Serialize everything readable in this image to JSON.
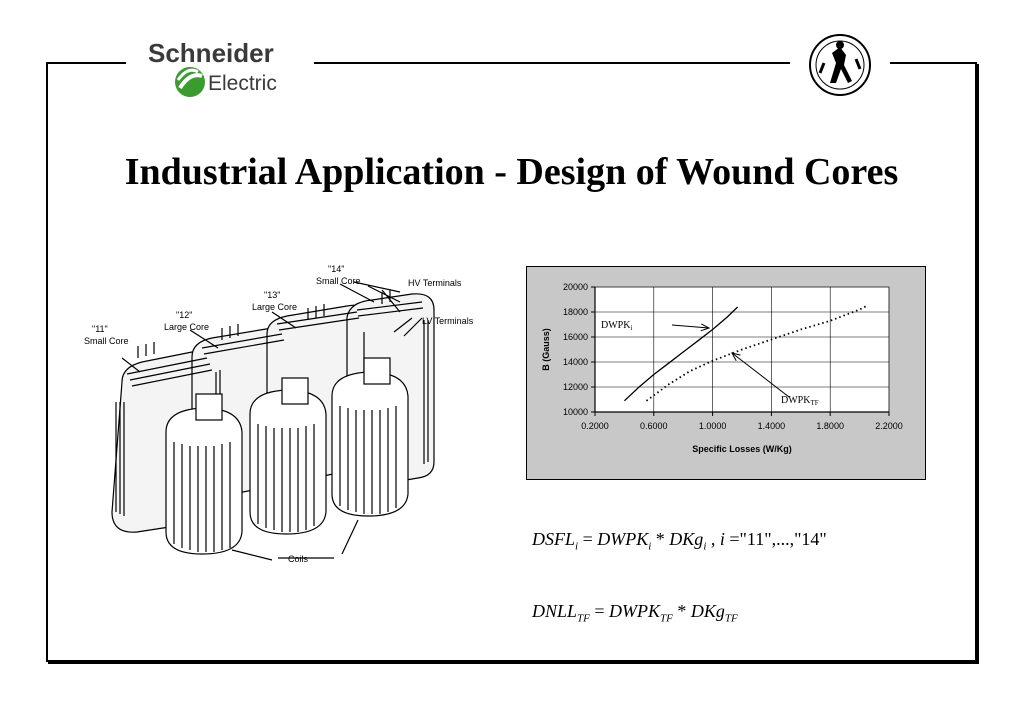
{
  "header": {
    "brand_line1": "Schneider",
    "brand_line2": "Electric",
    "brand_color": "#3a9b2f",
    "seal_icon": "university-seal-icon"
  },
  "title": "Industrial Application - Design of Wound Cores",
  "illustration": {
    "labels": {
      "c11_num": "\"11\"",
      "c11_name": "Small Core",
      "c12_num": "\"12\"",
      "c12_name": "Large Core",
      "c13_num": "\"13\"",
      "c13_name": "Large Core",
      "c14_num": "\"14\"",
      "c14_name": "Small Core",
      "hv": "HV Terminals",
      "lv": "LV Terminals",
      "coils": "Coils"
    }
  },
  "chart_data": {
    "type": "line",
    "xlabel": "Specific Losses (W/Kg)",
    "ylabel": "B (Gauss)",
    "xlim": [
      0.2,
      2.2
    ],
    "ylim": [
      10000,
      20000
    ],
    "xticks": [
      "0.2000",
      "0.6000",
      "1.0000",
      "1.4000",
      "1.8000",
      "2.2000"
    ],
    "yticks": [
      "10000",
      "12000",
      "14000",
      "16000",
      "18000",
      "20000"
    ],
    "grid": true,
    "background": "#c8c8c8",
    "series": [
      {
        "name": "DWPK",
        "name_sub": "i",
        "style": "solid",
        "x": [
          0.4,
          0.5,
          0.6,
          0.7,
          0.8,
          0.9,
          1.0,
          1.1,
          1.17
        ],
        "y": [
          10900,
          12000,
          13000,
          13900,
          14800,
          15700,
          16600,
          17600,
          18400
        ]
      },
      {
        "name": "DWPK",
        "name_sub": "TF",
        "style": "dotted",
        "x": [
          0.55,
          0.7,
          0.85,
          1.0,
          1.2,
          1.4,
          1.6,
          1.8,
          2.0,
          2.05
        ],
        "y": [
          10900,
          12200,
          13300,
          14100,
          15000,
          15800,
          16600,
          17300,
          18200,
          18500
        ]
      }
    ]
  },
  "equations": {
    "eq1": {
      "lhs": "DSFL",
      "lhs_sub": "i",
      "eq": " = ",
      "t1": "DWPK",
      "t1_sub": "i",
      "op": " * ",
      "t2": "DKg",
      "t2_sub": "i",
      "sep": " ,  ",
      "var": "i",
      "cond": " =\"11\",...,\"14\""
    },
    "eq2": {
      "lhs": "DNLL",
      "lhs_sub": "TF",
      "eq": " = ",
      "t1": "DWPK",
      "t1_sub": "TF",
      "op": " * ",
      "t2": "DKg",
      "t2_sub": "TF"
    }
  }
}
